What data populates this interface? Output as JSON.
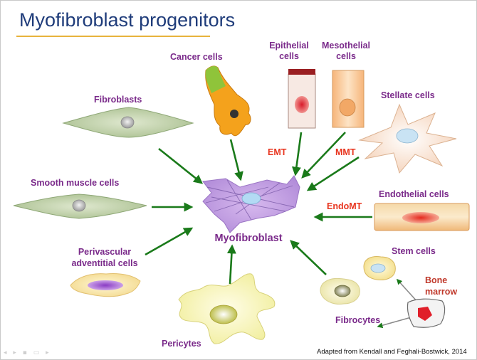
{
  "slide": {
    "title": "Myofibroblast progenitors",
    "credit": "Adapted from Kendall  and  Feghali-Bostwick, 2014"
  },
  "center": {
    "label": "Myofibroblast"
  },
  "sources": {
    "fibroblasts": "Fibroblasts",
    "cancer": "Cancer cells",
    "epithelial_line1": "Epithelial",
    "epithelial_line2": "cells",
    "mesothelial_line1": "Mesothelial",
    "mesothelial_line2": "cells",
    "stellate": "Stellate cells",
    "smooth_muscle": "Smooth muscle cells",
    "endothelial": "Endothelial cells",
    "perivascular_line1": "Perivascular",
    "perivascular_line2": "adventitial cells",
    "stem": "Stem cells",
    "bone_line1": "Bone",
    "bone_line2": "marrow",
    "fibrocytes": "Fibrocytes",
    "pericytes": "Pericytes"
  },
  "processes": {
    "emt": "EMT",
    "mmt": "MMT",
    "endomt": "EndoMT"
  },
  "colors": {
    "arrow": "#1a7a1a",
    "label": "#7a2a8a",
    "process": "#e8351f",
    "title": "#1f3c7a",
    "title_rule": "#e8b33c"
  }
}
